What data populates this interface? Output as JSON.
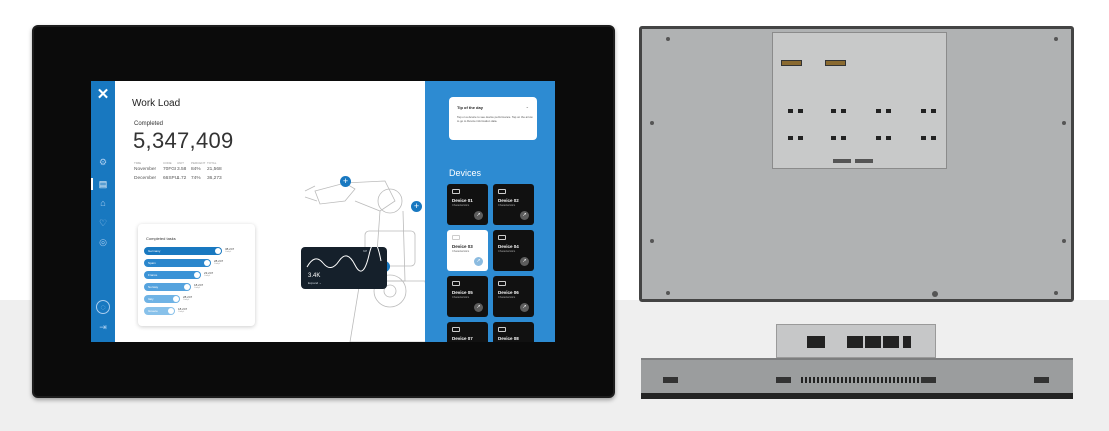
{
  "colors": {
    "accent": "#1878c0",
    "panel_blue": "#2d8bd2",
    "dark_card": "#111111"
  },
  "sidebar": {
    "close_icon": "close-icon",
    "items": [
      {
        "icon": "gear-icon"
      },
      {
        "icon": "dashboard-icon"
      },
      {
        "icon": "hierarchy-icon"
      },
      {
        "icon": "heart-icon"
      },
      {
        "icon": "location-icon"
      }
    ],
    "profile_icon": "fingerprint-icon",
    "logout_icon": "logout-icon"
  },
  "workload": {
    "title": "Work Load",
    "completed_label": "Completed",
    "completed_value": "5,347,409",
    "table": {
      "headers": [
        "TIME",
        "CODE",
        "UNIT",
        "PERCENT",
        "TOTAL"
      ],
      "rows": [
        [
          "November",
          "70FGI",
          "3.58",
          "84%",
          "21,568"
        ],
        [
          "December",
          "66SPU",
          "1.72",
          "74%",
          "36,273"
        ]
      ]
    }
  },
  "tasks": {
    "title": "Completed tasks",
    "items": [
      {
        "label": "Germany",
        "value": "38,247",
        "sub": "Compl.",
        "level": 1.0,
        "color": "#1878c0"
      },
      {
        "label": "Spain",
        "value": "28,247",
        "sub": "Compl.",
        "level": 0.86,
        "color": "#2a86cc"
      },
      {
        "label": "France",
        "value": "23,247",
        "sub": "Compl.",
        "level": 0.73,
        "color": "#3b93d6"
      },
      {
        "label": "Norway",
        "value": "18,247",
        "sub": "Compl.",
        "level": 0.6,
        "color": "#55a3de"
      },
      {
        "label": "Italy",
        "value": "28,247",
        "sub": "Compl.",
        "level": 0.46,
        "color": "#6fb3e5"
      },
      {
        "label": "Greece",
        "value": "18,247",
        "sub": "Compl.",
        "level": 0.4,
        "color": "#88c1ea"
      }
    ]
  },
  "spark": {
    "value": "3.4K",
    "expand_label": "Expand",
    "peak_label": "347"
  },
  "tip": {
    "title": "Tip of the day",
    "text": "Tap on a device to see device performance. Tap on the arrow to go to Device information data."
  },
  "devices": {
    "title": "Devices",
    "items": [
      {
        "name": "Device 01",
        "sub": "Characteristics",
        "light": false
      },
      {
        "name": "Device 02",
        "sub": "Characteristics",
        "light": false
      },
      {
        "name": "Device 03",
        "sub": "Characteristics",
        "light": true
      },
      {
        "name": "Device 04",
        "sub": "Characteristics",
        "light": false
      },
      {
        "name": "Device 05",
        "sub": "Characteristics",
        "light": false
      },
      {
        "name": "Device 06",
        "sub": "Characteristics",
        "light": false
      },
      {
        "name": "Device 07",
        "sub": "",
        "light": false
      },
      {
        "name": "Device 08",
        "sub": "",
        "light": false
      }
    ]
  }
}
